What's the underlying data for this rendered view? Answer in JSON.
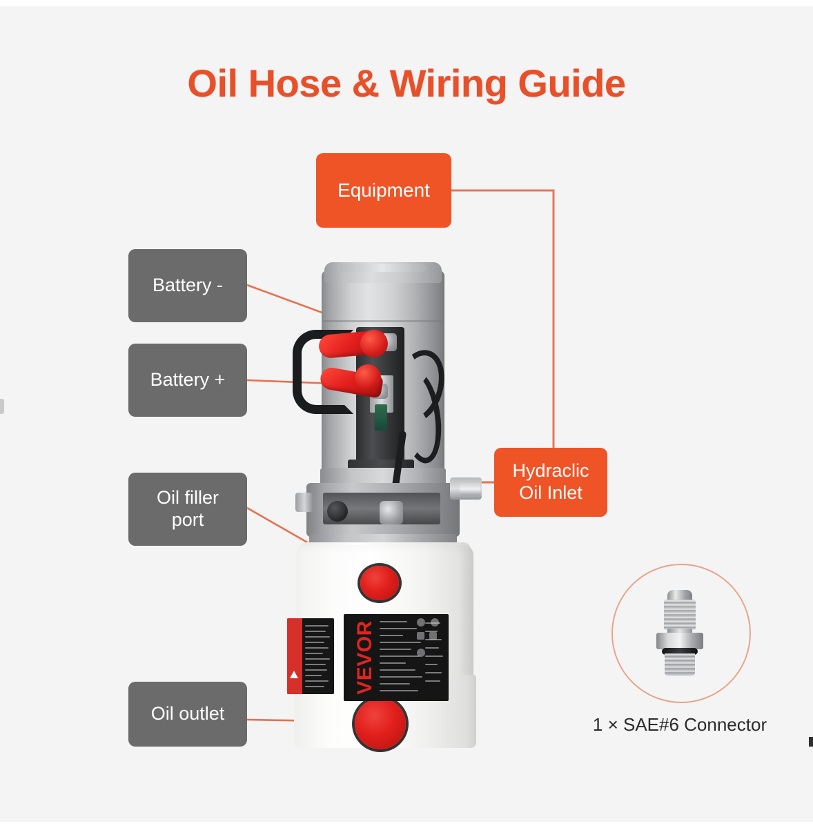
{
  "page": {
    "title": "Oil Hose & Wiring Guide",
    "background_color": "#f4f4f4",
    "title_color": "#e8502a"
  },
  "callouts": [
    {
      "id": "equipment",
      "label": "Equipment",
      "style": "orange",
      "color": "#ef5426"
    },
    {
      "id": "battery_neg",
      "label": "Battery -",
      "style": "gray",
      "color": "#6b6b6b"
    },
    {
      "id": "battery_pos",
      "label": "Battery +",
      "style": "gray",
      "color": "#6b6b6b"
    },
    {
      "id": "oil_filler",
      "label": "Oil filler\nport",
      "line1": "Oil filler",
      "line2": "port",
      "style": "gray",
      "color": "#6b6b6b"
    },
    {
      "id": "oil_outlet",
      "label": "Oil outlet",
      "style": "gray",
      "color": "#6b6b6b"
    },
    {
      "id": "hydraulic",
      "label": "Hydraclic Oil Inlet",
      "line1": "Hydraclic",
      "line2": "Oil Inlet",
      "style": "orange",
      "color": "#ef5426"
    }
  ],
  "product": {
    "brand_label": "VEVOR",
    "description": "hydraulic power unit with electric motor, manifold and white reservoir"
  },
  "connector_inset": {
    "caption": "1 × SAE#6 Connector",
    "circle_color": "#e8a489"
  },
  "leader_line_color": "#e8603a"
}
